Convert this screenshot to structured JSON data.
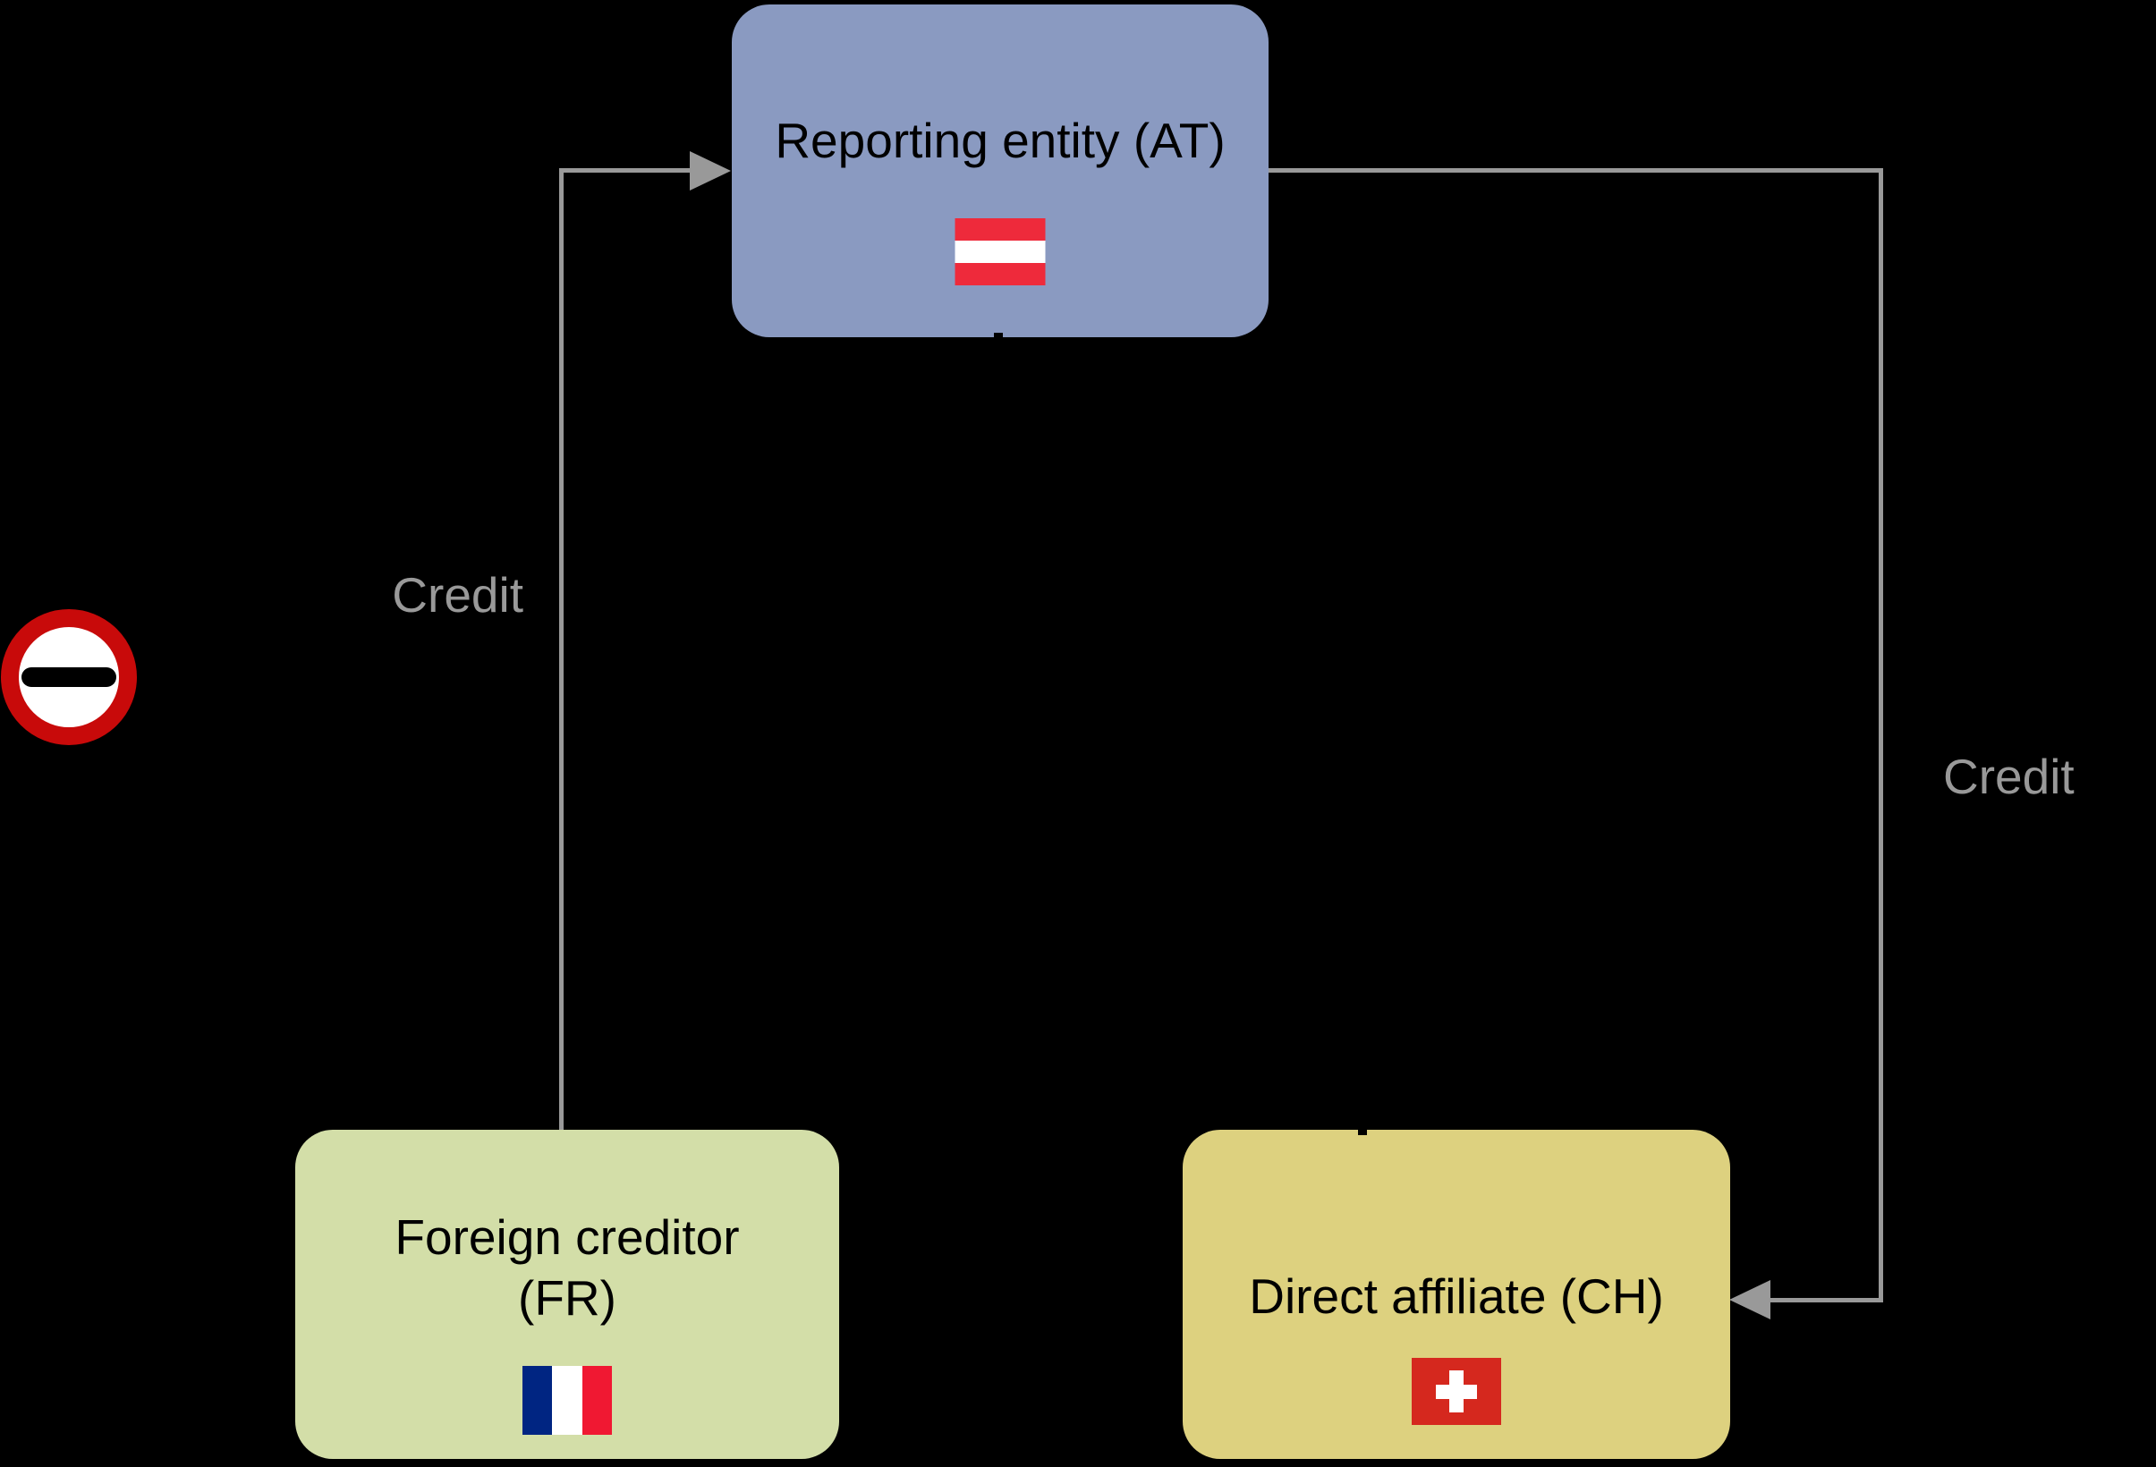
{
  "canvas": {
    "background": "#000000"
  },
  "nodes": {
    "reporting": {
      "label": "Reporting entity (AT)",
      "fill": "#8A9AC1",
      "flag": "austria-flag",
      "flag_colors": [
        "#EE2A3B",
        "#FFFFFF",
        "#EE2A3B"
      ]
    },
    "foreign": {
      "label_line1": "Foreign creditor",
      "label_line2": "(FR)",
      "fill": "#D3DEA8",
      "flag": "france-flag",
      "flag_colors": [
        "#002582",
        "#FFFFFF",
        "#F01832"
      ]
    },
    "affiliate": {
      "label": "Direct affiliate (CH)",
      "fill": "#DDD17F",
      "flag": "switzerland-flag",
      "flag_colors": [
        "#D5281E",
        "#FFFFFF"
      ]
    }
  },
  "edges": {
    "foreign_to_reporting": {
      "label": "Credit",
      "color": "#999999",
      "direction": "foreign-creditor to reporting-entity"
    },
    "reporting_to_affiliate": {
      "label": "Credit",
      "color": "#999999",
      "direction": "reporting-entity to direct-affiliate"
    }
  },
  "no_entry_sign": {
    "icon": "no-entry-icon",
    "ring_color": "#C80A0A",
    "face_color": "#FFFFFF",
    "bar_color": "#000000"
  }
}
